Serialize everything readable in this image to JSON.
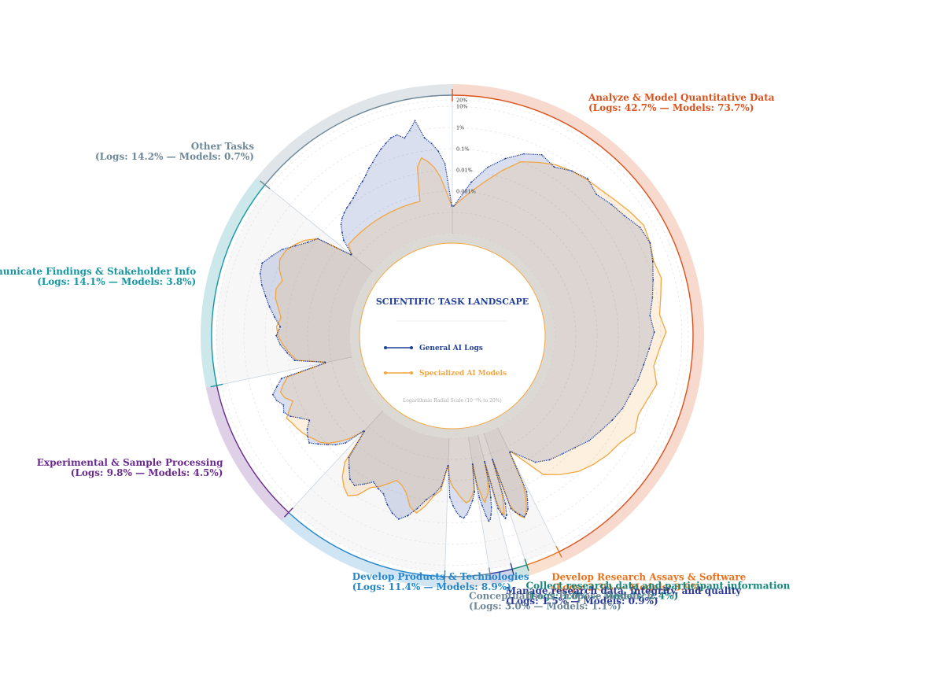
{
  "chart_data": {
    "type": "area",
    "subtype": "radial",
    "title": "SCIENTIFIC TASK LANDSCAPE",
    "scale_note": "Logarithmic Radial Scale (10⁻⁵% to 20%)",
    "radial_scale": "log",
    "rlim_percent": [
      1e-05,
      20
    ],
    "radial_ticks": [
      {
        "label": "0.001%",
        "value": 0.001
      },
      {
        "label": "0.01%",
        "value": 0.01
      },
      {
        "label": "0.1%",
        "value": 0.1
      },
      {
        "label": "1%",
        "value": 1
      },
      {
        "label": "10%",
        "value": 10
      },
      {
        "label": "20%",
        "value": 20
      }
    ],
    "legend": [
      {
        "label": "General AI Logs",
        "color": "#1f3f99"
      },
      {
        "label": "Specialized AI Models",
        "color": "#f2a640"
      }
    ],
    "series_colors": {
      "logs": "#1f3f99",
      "models": "#f2a640"
    },
    "categories": [
      {
        "name": "Analyze & Model Quantitative Data",
        "stats": "(Logs: 42.7% — Models: 73.7%)",
        "share_logs": 42.7,
        "share_models": 73.7,
        "color": "#d9531e",
        "align": "start",
        "logs_profile": [
          0.003,
          0.02,
          0.08,
          0.25,
          0.5,
          0.3,
          0.6,
          0.9,
          0.5,
          0.8,
          1.2,
          2.5,
          3.0,
          1.8,
          1.0,
          0.6,
          0.35,
          0.5,
          0.3,
          0.2,
          0.15,
          0.1,
          0.08,
          0.05,
          0.03,
          0.02,
          0.01,
          0.006,
          0.004,
          0.002
        ],
        "models_profile": [
          0.001,
          0.004,
          0.02,
          0.1,
          0.2,
          0.4,
          0.6,
          0.8,
          1.0,
          1.5,
          2.5,
          4.0,
          3.0,
          2.0,
          2.5,
          1.5,
          1.0,
          1.8,
          0.9,
          0.6,
          1.2,
          0.7,
          0.5,
          0.8,
          0.35,
          0.25,
          0.15,
          0.08,
          0.03,
          0.01
        ]
      },
      {
        "name": "Develop Research Assays & Software",
        "stats": "(Logs: 2.3% — Models: 3.9%)",
        "share_logs": 2.3,
        "share_models": 3.9,
        "color": "#e8731f",
        "align": "start",
        "logs_profile": [
          0.02,
          0.05,
          0.12,
          0.18,
          0.22,
          0.15,
          0.1,
          0.06
        ],
        "models_profile": [
          0.008,
          0.03,
          0.08,
          0.16,
          0.25,
          0.18,
          0.1,
          0.04
        ]
      },
      {
        "name": "Collect research data and participant information",
        "stats": "(Logs: 1.0% — Models: 2.4%)",
        "share_logs": 1.0,
        "share_models": 2.4,
        "color": "#16877a",
        "align": "start",
        "logs_profile": [
          0.03,
          0.1,
          0.14,
          0.08,
          0.04
        ],
        "models_profile": [
          0.008,
          0.03,
          0.09,
          0.06,
          0.015
        ]
      },
      {
        "name": "Manage research data, integrity, and quality",
        "stats": "(Logs: 1.5% — Models: 0.9%)",
        "share_logs": 1.5,
        "share_models": 0.9,
        "color": "#2a3a96",
        "align": "start",
        "logs_profile": [
          0.003,
          0.01,
          0.03,
          0.06,
          0.1,
          0.12,
          0.06,
          0.02,
          0.008
        ],
        "models_profile": [
          0.001,
          0.003,
          0.006,
          0.008,
          0.01,
          0.015,
          0.01,
          0.004,
          0.002
        ]
      },
      {
        "name": "Conceptualise & Propose Research",
        "stats": "(Logs: 3.0% — Models: 1.1%)",
        "share_logs": 3.0,
        "share_models": 1.1,
        "color": "#6e8899",
        "align": "start",
        "logs_profile": [
          0.004,
          0.01,
          0.02,
          0.04,
          0.06,
          0.05,
          0.03,
          0.015,
          0.006
        ],
        "models_profile": [
          0.003,
          0.006,
          0.01,
          0.012,
          0.008,
          0.005,
          0.003,
          0.002,
          0.001
        ]
      },
      {
        "name": "Develop Products & Technologies",
        "stats": "(Logs: 11.4% — Models: 8.9%)",
        "share_logs": 11.4,
        "share_models": 8.9,
        "color": "#2687cc",
        "align": "start",
        "logs_profile": [
          0.002,
          0.005,
          0.01,
          0.03,
          0.08,
          0.15,
          0.1,
          0.05,
          0.02,
          0.015,
          0.01,
          0.02,
          0.04,
          0.03,
          0.012,
          0.005
        ],
        "models_profile": [
          0.003,
          0.006,
          0.02,
          0.05,
          0.03,
          0.008,
          0.004,
          0.003,
          0.006,
          0.012,
          0.02,
          0.08,
          0.15,
          0.09,
          0.04,
          0.01
        ]
      },
      {
        "name": "Experimental & Sample Processing",
        "stats": "(Logs: 9.8% — Models: 4.5%)",
        "share_logs": 9.8,
        "share_models": 4.5,
        "color": "#6b2a8f",
        "align": "end",
        "logs_profile": [
          0.002,
          0.005,
          0.01,
          0.02,
          0.04,
          0.03,
          0.02,
          0.01,
          0.02,
          0.05,
          0.08,
          0.06,
          0.1,
          0.12,
          0.06,
          0.03
        ],
        "models_profile": [
          0.001,
          0.003,
          0.008,
          0.015,
          0.02,
          0.03,
          0.04,
          0.05,
          0.06,
          0.08,
          0.04,
          0.02,
          0.04,
          0.05,
          0.03,
          0.015
        ]
      },
      {
        "name": "Communicate Findings & Stakeholder Info",
        "stats": "(Logs: 14.1% — Models: 3.8%)",
        "share_logs": 14.1,
        "share_models": 3.8,
        "color": "#1597a3",
        "align": "end",
        "logs_profile": [
          0.005,
          0.01,
          0.02,
          0.03,
          0.02,
          0.04,
          0.08,
          0.15,
          0.3,
          0.5,
          0.6,
          0.3,
          0.15,
          0.05,
          0.02,
          0.01
        ],
        "models_profile": [
          0.004,
          0.008,
          0.015,
          0.025,
          0.03,
          0.02,
          0.03,
          0.05,
          0.06,
          0.04,
          0.08,
          0.12,
          0.1,
          0.06,
          0.03,
          0.01
        ]
      },
      {
        "name": "Other Tasks",
        "stats": "(Logs: 14.2% — Models: 0.7%)",
        "share_logs": 14.2,
        "share_models": 0.7,
        "color": "#6e8899",
        "align": "end",
        "logs_profile": [
          0.001,
          0.002,
          0.004,
          0.006,
          0.008,
          0.01,
          0.012,
          0.015,
          0.02,
          0.03,
          0.04,
          0.06,
          0.1,
          0.15,
          0.25,
          0.4,
          0.6,
          0.9,
          1.0,
          0.6,
          1.2,
          3.0,
          0.4,
          0.2,
          0.08,
          0.02
        ],
        "models_profile": [
          0.0005,
          0.0005,
          0.0005,
          0.0005,
          0.0005,
          0.0005,
          0.0005,
          0.0005,
          0.0005,
          0.0005,
          0.0005,
          0.0005,
          0.0005,
          0.0005,
          0.0005,
          0.0005,
          0.0005,
          0.0005,
          0.0005,
          0.0005,
          0.02,
          0.05,
          0.03,
          0.015,
          0.005,
          0.001
        ]
      }
    ]
  }
}
